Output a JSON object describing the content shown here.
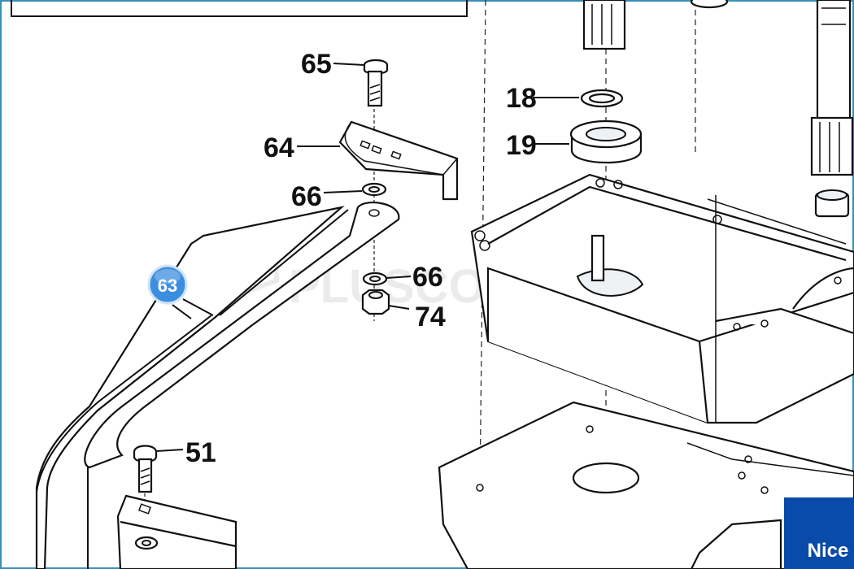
{
  "diagram": {
    "labels": {
      "p65": "65",
      "p64": "64",
      "p66a": "66",
      "p66b": "66",
      "p74": "74",
      "p18": "18",
      "p19": "19",
      "p51": "51"
    },
    "highlight_badge": "63",
    "brand": "Nice",
    "watermark": "PLUSCOM"
  },
  "colors": {
    "frame_border": "#3a8fb7",
    "badge_fill": "#3c8ee0",
    "brand_bg": "#0a4aa8",
    "ink": "#111111"
  }
}
